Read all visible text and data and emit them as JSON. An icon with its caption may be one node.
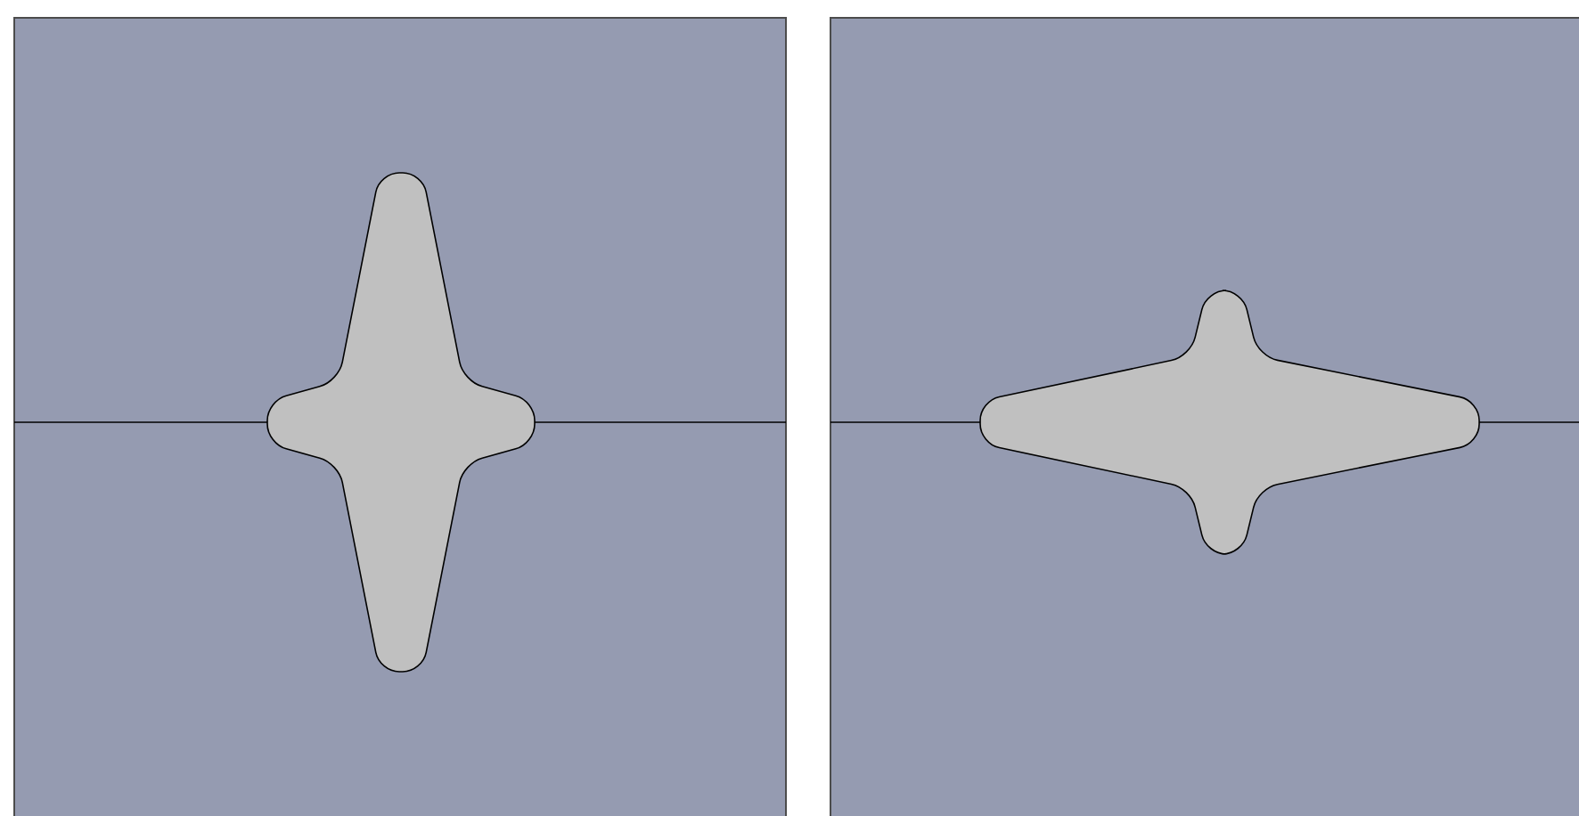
{
  "diagram": {
    "nodes": [
      {
        "text": [],
        "shape": "box"
      },
      {
        "text": [],
        "shape": "cross",
        "in": 0
      },
      {
        "text": [],
        "shape": "box"
      },
      {
        "text": [],
        "shape": "cross",
        "in": 2
      }
    ]
  }
}
